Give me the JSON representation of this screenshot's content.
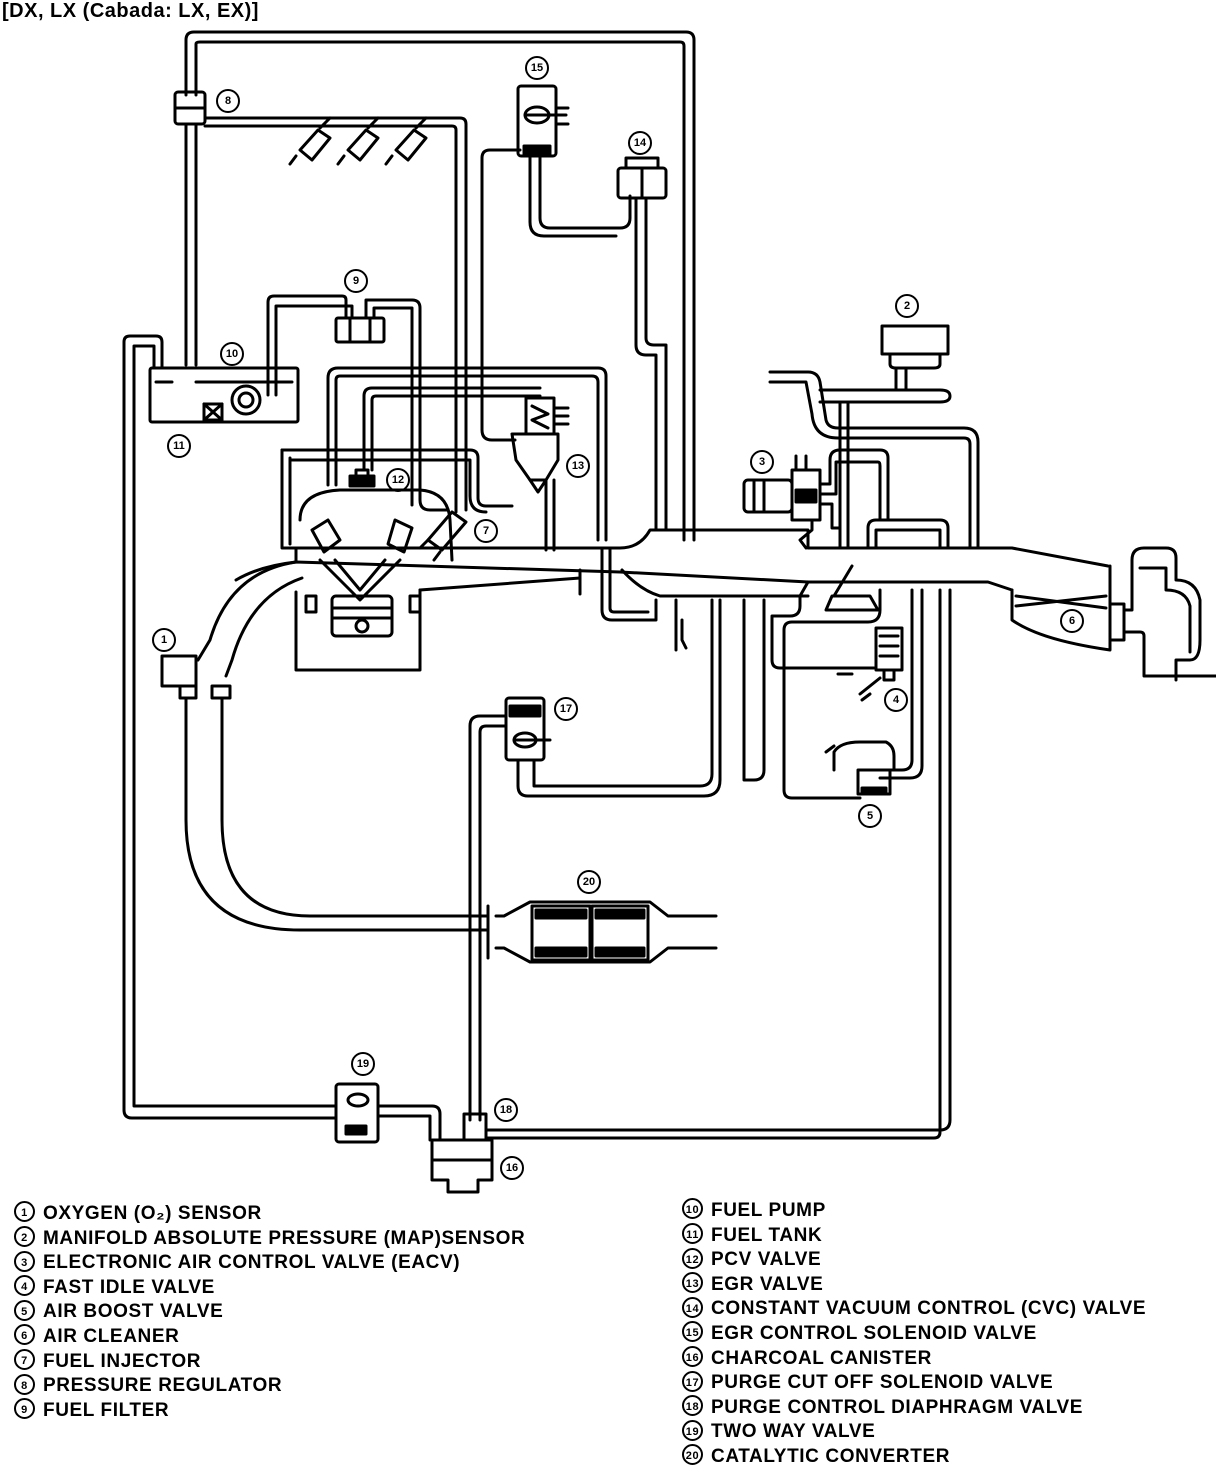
{
  "title": "[DX, LX (Cabada: LX, EX)]",
  "callouts": [
    {
      "num": "1"
    },
    {
      "num": "2"
    },
    {
      "num": "3"
    },
    {
      "num": "4"
    },
    {
      "num": "5"
    },
    {
      "num": "6"
    },
    {
      "num": "7"
    },
    {
      "num": "8"
    },
    {
      "num": "9"
    },
    {
      "num": "10"
    },
    {
      "num": "11"
    },
    {
      "num": "12"
    },
    {
      "num": "13"
    },
    {
      "num": "14"
    },
    {
      "num": "15"
    },
    {
      "num": "16"
    },
    {
      "num": "17"
    },
    {
      "num": "18"
    },
    {
      "num": "19"
    },
    {
      "num": "20"
    }
  ],
  "legend": {
    "left": [
      {
        "num": "1",
        "label": "OXYGEN (O₂) SENSOR"
      },
      {
        "num": "2",
        "label": "MANIFOLD ABSOLUTE PRESSURE (MAP)SENSOR"
      },
      {
        "num": "3",
        "label": "ELECTRONIC AIR CONTROL VALVE (EACV)"
      },
      {
        "num": "4",
        "label": "FAST IDLE VALVE"
      },
      {
        "num": "5",
        "label": "AIR BOOST VALVE"
      },
      {
        "num": "6",
        "label": "AIR CLEANER"
      },
      {
        "num": "7",
        "label": "FUEL INJECTOR"
      },
      {
        "num": "8",
        "label": "PRESSURE REGULATOR"
      },
      {
        "num": "9",
        "label": "FUEL FILTER"
      }
    ],
    "right": [
      {
        "num": "10",
        "label": "FUEL PUMP"
      },
      {
        "num": "11",
        "label": "FUEL TANK"
      },
      {
        "num": "12",
        "label": "PCV VALVE"
      },
      {
        "num": "13",
        "label": "EGR VALVE"
      },
      {
        "num": "14",
        "label": "CONSTANT VACUUM CONTROL (CVC) VALVE"
      },
      {
        "num": "15",
        "label": "EGR CONTROL SOLENOID VALVE"
      },
      {
        "num": "16",
        "label": "CHARCOAL CANISTER"
      },
      {
        "num": "17",
        "label": "PURGE CUT OFF SOLENOID VALVE"
      },
      {
        "num": "18",
        "label": "PURGE CONTROL DIAPHRAGM VALVE"
      },
      {
        "num": "19",
        "label": "TWO WAY VALVE"
      },
      {
        "num": "20",
        "label": "CATALYTIC CONVERTER"
      }
    ]
  }
}
